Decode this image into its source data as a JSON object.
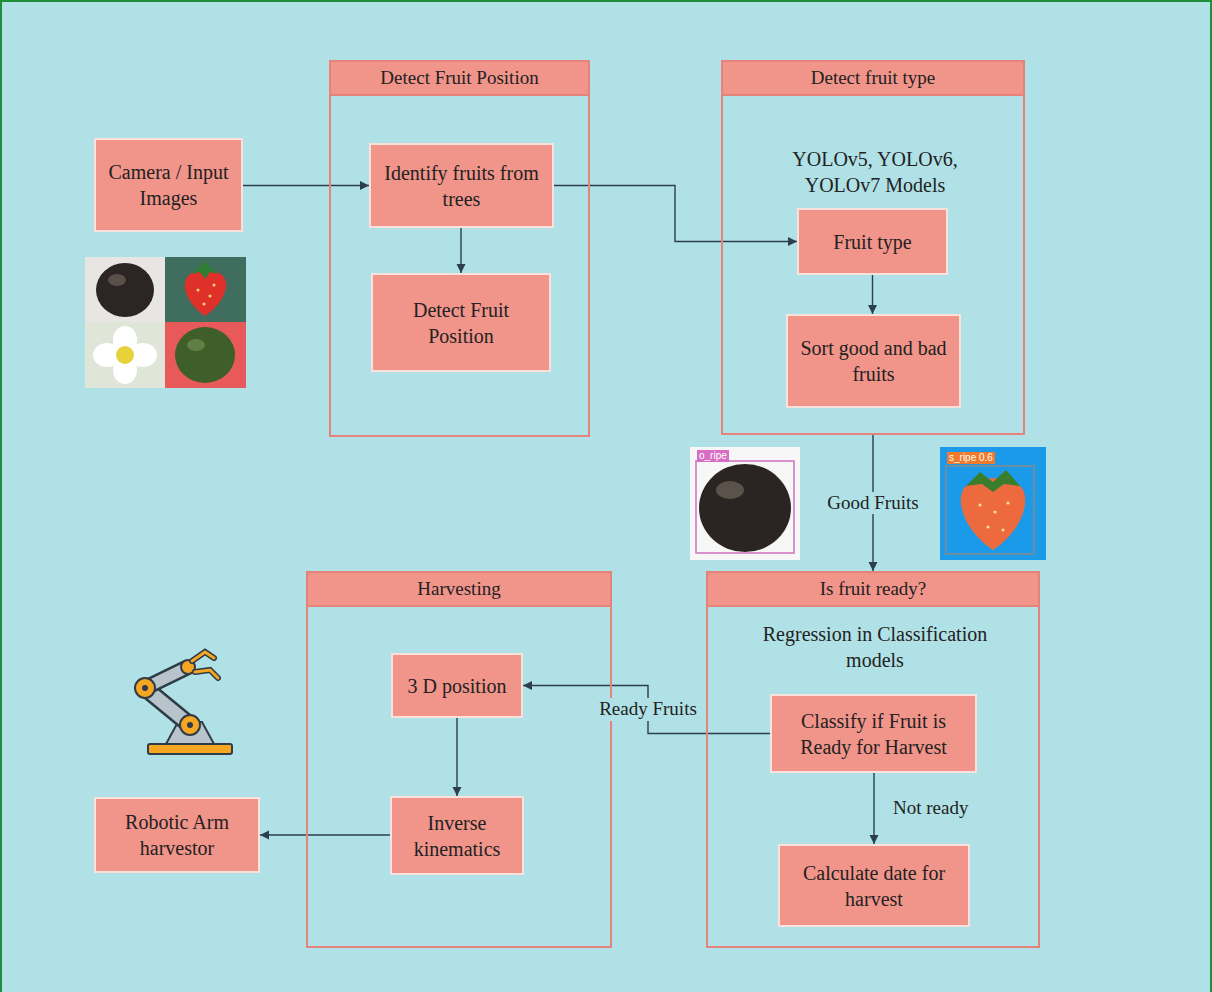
{
  "diagram": {
    "nodes": [
      {
        "text": [
          "Camera / Input Images"
        ]
      },
      {
        "text": [
          "Detect Fruit Position"
        ]
      },
      {
        "text": [
          "Identify fruits from trees"
        ],
        "in": 1
      },
      {
        "text": [
          "Detect Fruit Position"
        ],
        "in": 1
      },
      {
        "text": [
          "Detect fruit type",
          "YOLOv5, YOLOv6, YOLOv7 Models"
        ]
      },
      {
        "text": [
          "Fruit type"
        ],
        "in": 4
      },
      {
        "text": [
          "Sort good and bad fruits"
        ],
        "in": 4
      },
      {
        "text": [
          "Harvesting"
        ]
      },
      {
        "text": [
          "3 D position"
        ],
        "in": 7
      },
      {
        "text": [
          "Inverse kinematics"
        ],
        "in": 7
      },
      {
        "text": [
          "Is fruit ready?",
          "Regression in Classification models"
        ]
      },
      {
        "text": [
          "Classify if Fruit is Ready for Harvest"
        ],
        "in": 10
      },
      {
        "text": [
          "Calculate date for harvest"
        ],
        "in": 10
      },
      {
        "text": [
          "Robotic Arm harvestor"
        ]
      }
    ],
    "edges": [
      {
        "from": 0,
        "to": 2,
        "arrow": "to"
      },
      {
        "from": 2,
        "to": 3,
        "arrow": "to"
      },
      {
        "from": 2,
        "to": 5,
        "arrow": "to"
      },
      {
        "from": 5,
        "to": 6,
        "arrow": "to"
      },
      {
        "from": 4,
        "to": 10,
        "label": "Good Fruits",
        "arrow": "to"
      },
      {
        "from": 11,
        "to": 8,
        "label": "Ready Fruits",
        "arrow": "to"
      },
      {
        "from": 11,
        "to": 12,
        "label": "Not ready",
        "arrow": "to"
      },
      {
        "from": 8,
        "to": 9,
        "arrow": "to"
      },
      {
        "from": 9,
        "to": 13,
        "arrow": "to"
      }
    ],
    "labels": [
      "o_ripe",
      "s_ripe 0.6"
    ]
  }
}
